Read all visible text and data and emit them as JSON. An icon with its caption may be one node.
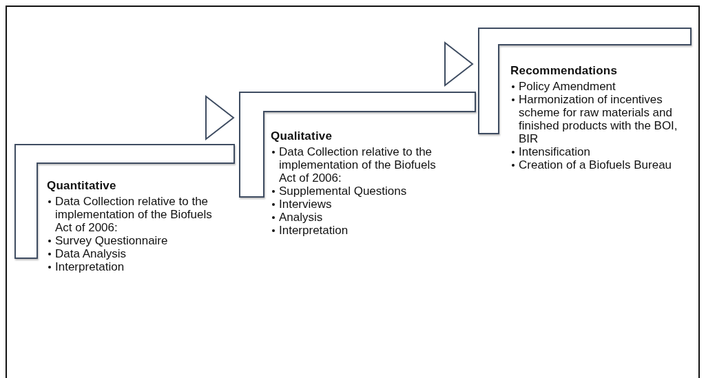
{
  "diagram": {
    "nodes": [
      {
        "text": [
          "Quantitative",
          "Data Collection relative to the implementation of the Biofuels Act of 2006:",
          "Survey Questionnaire",
          "Data Analysis",
          "Interpretation"
        ]
      },
      {
        "text": [
          "Qualitative",
          "Data Collection relative to the implementation of the Biofuels Act of 2006:",
          "Supplemental Questions",
          "Interviews",
          "Analysis",
          "Interpretation"
        ]
      },
      {
        "text": [
          "Recommendations",
          "Policy Amendment",
          "Harmonization of incentives scheme for raw materials and finished products with the BOI, BIR",
          "Intensification",
          "Creation of a Biofuels Bureau"
        ]
      }
    ],
    "edges": [
      {
        "from": 0,
        "to": 1,
        "arrow": "to"
      },
      {
        "from": 1,
        "to": 2,
        "arrow": "to"
      }
    ]
  }
}
